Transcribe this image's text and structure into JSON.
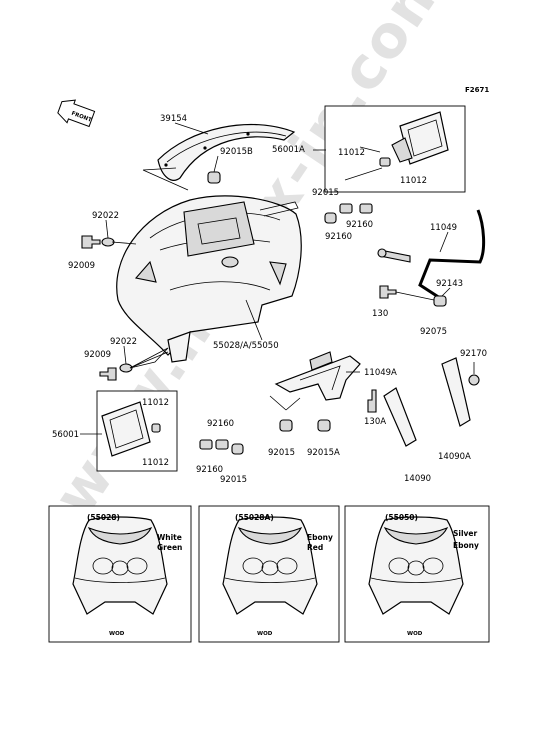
{
  "figure_code": "F2671",
  "front_badge": "FRONT",
  "watermark": "www.impex-jp.com",
  "callouts": {
    "c39154": "39154",
    "c92015B": "92015B",
    "c56001A": "56001A",
    "c11012a": "11012",
    "c11012b": "11012",
    "c92022a": "92022",
    "c92009a": "92009",
    "c92015a": "92015",
    "c92160a": "92160",
    "c92160b": "92160",
    "c11049": "11049",
    "c92143": "92143",
    "c130": "130",
    "c92075": "92075",
    "c92022b": "92022",
    "c92009b": "92009",
    "c55028": "55028/A/55050",
    "c11049A": "11049A",
    "c92170": "92170",
    "c56001": "56001",
    "c11012c": "11012",
    "c11012d": "11012",
    "c92160c": "92160",
    "c92160d": "92160",
    "c92015b": "92015",
    "c130A": "130A",
    "c92015c": "92015",
    "c92015A": "92015A",
    "c14090": "14090",
    "c14090A": "14090A"
  },
  "variants": [
    {
      "code": "(55028)",
      "color1": "White",
      "color2": "Green",
      "note": "WOD"
    },
    {
      "code": "(55028A)",
      "color1": "Ebony",
      "color2": "Red",
      "note": "WOD"
    },
    {
      "code": "(55050)",
      "color1": "Silver",
      "color2": "Ebony",
      "note": "WOD"
    }
  ]
}
